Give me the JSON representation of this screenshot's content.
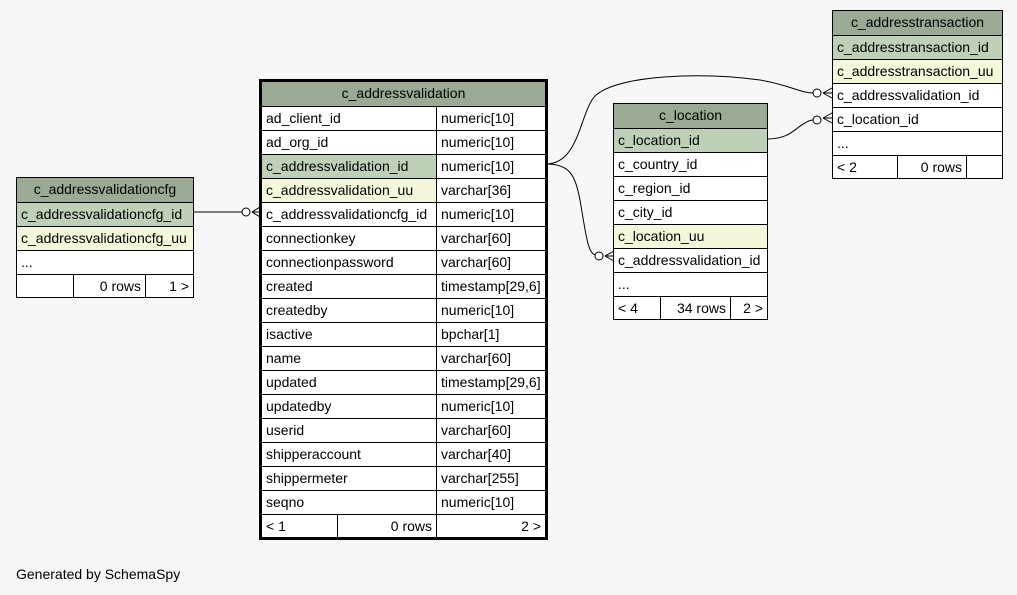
{
  "tables": {
    "cfg": {
      "name": "c_addressvalidationcfg",
      "columns": [
        "c_addressvalidationcfg_id",
        "c_addressvalidationcfg_uu",
        "..."
      ],
      "footer": {
        "left": "",
        "rows": "0 rows",
        "right": "1 >"
      }
    },
    "main": {
      "name": "c_addressvalidation",
      "columns": [
        {
          "name": "ad_client_id",
          "type": "numeric[10]"
        },
        {
          "name": "ad_org_id",
          "type": "numeric[10]"
        },
        {
          "name": "c_addressvalidation_id",
          "type": "numeric[10]"
        },
        {
          "name": "c_addressvalidation_uu",
          "type": "varchar[36]"
        },
        {
          "name": "c_addressvalidationcfg_id",
          "type": "numeric[10]"
        },
        {
          "name": "connectionkey",
          "type": "varchar[60]"
        },
        {
          "name": "connectionpassword",
          "type": "varchar[60]"
        },
        {
          "name": "created",
          "type": "timestamp[29,6]"
        },
        {
          "name": "createdby",
          "type": "numeric[10]"
        },
        {
          "name": "isactive",
          "type": "bpchar[1]"
        },
        {
          "name": "name",
          "type": "varchar[60]"
        },
        {
          "name": "updated",
          "type": "timestamp[29,6]"
        },
        {
          "name": "updatedby",
          "type": "numeric[10]"
        },
        {
          "name": "userid",
          "type": "varchar[60]"
        },
        {
          "name": "shipperaccount",
          "type": "varchar[40]"
        },
        {
          "name": "shippermeter",
          "type": "varchar[255]"
        },
        {
          "name": "seqno",
          "type": "numeric[10]"
        }
      ],
      "footer": {
        "left": "< 1",
        "rows": "0 rows",
        "right": "2 >"
      }
    },
    "location": {
      "name": "c_location",
      "columns": [
        "c_location_id",
        "c_country_id",
        "c_region_id",
        "c_city_id",
        "c_location_uu",
        "c_addressvalidation_id",
        "..."
      ],
      "footer": {
        "left": "< 4",
        "rows": "34 rows",
        "right": "2 >"
      }
    },
    "trans": {
      "name": "c_addresstransaction",
      "columns": [
        "c_addresstransaction_id",
        "c_addresstransaction_uu",
        "c_addressvalidation_id",
        "c_location_id",
        "..."
      ],
      "footer": {
        "left": "< 2",
        "rows": "0 rows",
        "right": ""
      }
    }
  },
  "footer_text": "Generated by SchemaSpy"
}
